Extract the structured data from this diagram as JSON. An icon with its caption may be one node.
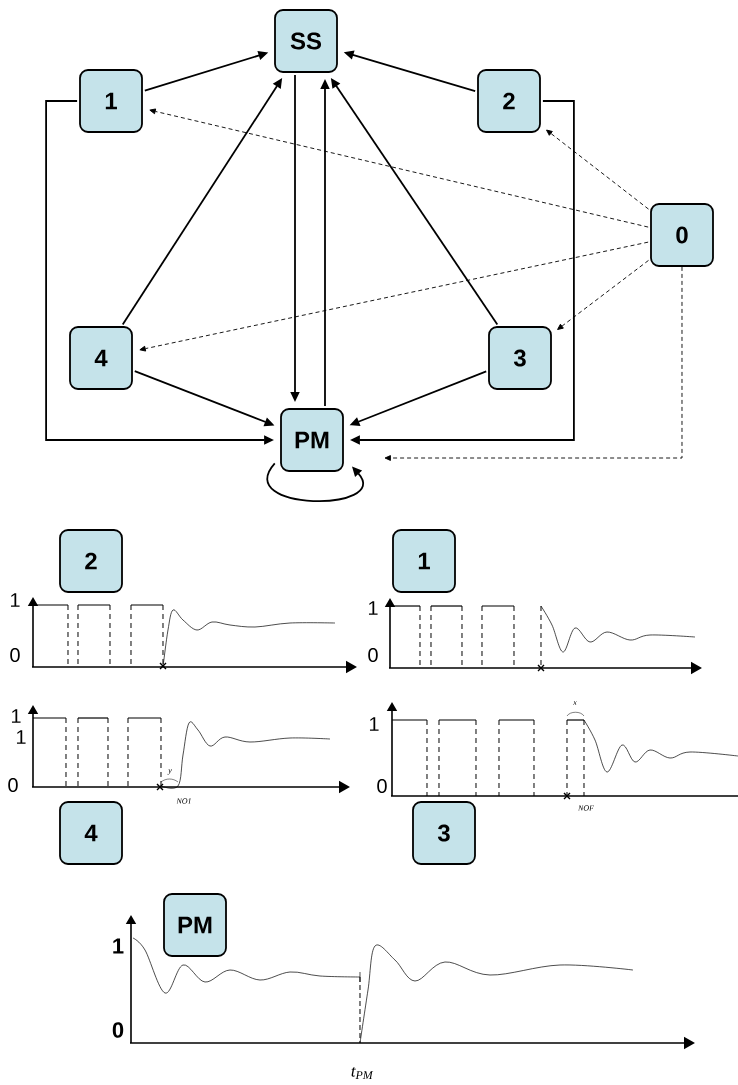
{
  "diagram": {
    "nodes": [
      {
        "text": [
          "SS"
        ]
      },
      {
        "text": [
          "1"
        ]
      },
      {
        "text": [
          "2"
        ]
      },
      {
        "text": [
          "0"
        ]
      },
      {
        "text": [
          "4"
        ]
      },
      {
        "text": [
          "3"
        ]
      },
      {
        "text": [
          "PM"
        ]
      },
      {
        "text": [
          "2"
        ]
      },
      {
        "text": [
          "1"
        ]
      },
      {
        "text": [
          "4"
        ]
      },
      {
        "text": [
          "3"
        ]
      },
      {
        "text": [
          "PM"
        ]
      }
    ],
    "edges": [
      {
        "from": 1,
        "to": 0,
        "arrow": "to"
      },
      {
        "from": 2,
        "to": 0,
        "arrow": "to"
      },
      {
        "from": 4,
        "to": 0,
        "arrow": "to"
      },
      {
        "from": 5,
        "to": 0,
        "arrow": "to"
      },
      {
        "from": 0,
        "to": 6,
        "arrow": "to"
      },
      {
        "from": 6,
        "to": 0,
        "arrow": "to"
      },
      {
        "from": 4,
        "to": 6,
        "arrow": "to"
      },
      {
        "from": 5,
        "to": 6,
        "arrow": "to"
      },
      {
        "from": 1,
        "to": 6,
        "arrow": "to"
      },
      {
        "from": 2,
        "to": 6,
        "arrow": "to"
      },
      {
        "from": 3,
        "to": 1,
        "arrow": "to",
        "style": "dashed"
      },
      {
        "from": 3,
        "to": 2,
        "arrow": "to",
        "style": "dashed"
      },
      {
        "from": 3,
        "to": 4,
        "arrow": "to",
        "style": "dashed"
      },
      {
        "from": 3,
        "to": 5,
        "arrow": "to",
        "style": "dashed"
      },
      {
        "from": 3,
        "to": 6,
        "arrow": "to",
        "style": "dashed"
      },
      {
        "from": 6,
        "to": 6,
        "arrow": "to"
      }
    ],
    "labels": [
      "1",
      "0",
      "1",
      "0",
      "1",
      "1",
      "y",
      "0",
      "NO1",
      "x",
      "1",
      "0",
      "NOF",
      "1",
      "0",
      "t$_{PM}$"
    ]
  }
}
